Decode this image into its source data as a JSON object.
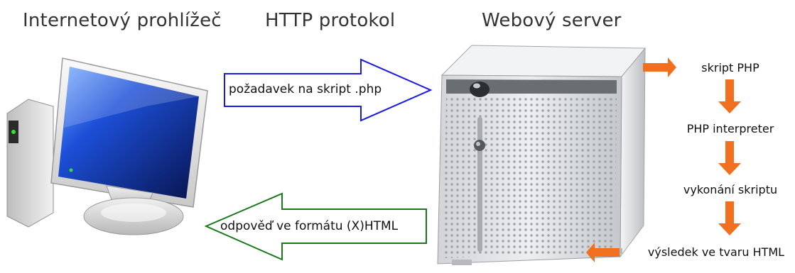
{
  "headings": {
    "browser": "Internetový prohlížeč",
    "protocol": "HTTP protokol",
    "server": "Webový server"
  },
  "request_arrow": {
    "label": "požadavek na skript .php",
    "color": "#1a1ae6"
  },
  "response_arrow": {
    "label": "odpověď ve formátu (X)HTML",
    "color": "#1a7a1a"
  },
  "processing": {
    "arrow_color": "#f07020",
    "steps": [
      "skript PHP",
      "PHP interpreter",
      "vykonání skriptu",
      "výsledek ve tvaru HTML"
    ]
  },
  "icons": {
    "client": "desktop-computer-icon",
    "server": "server-tower-icon"
  }
}
